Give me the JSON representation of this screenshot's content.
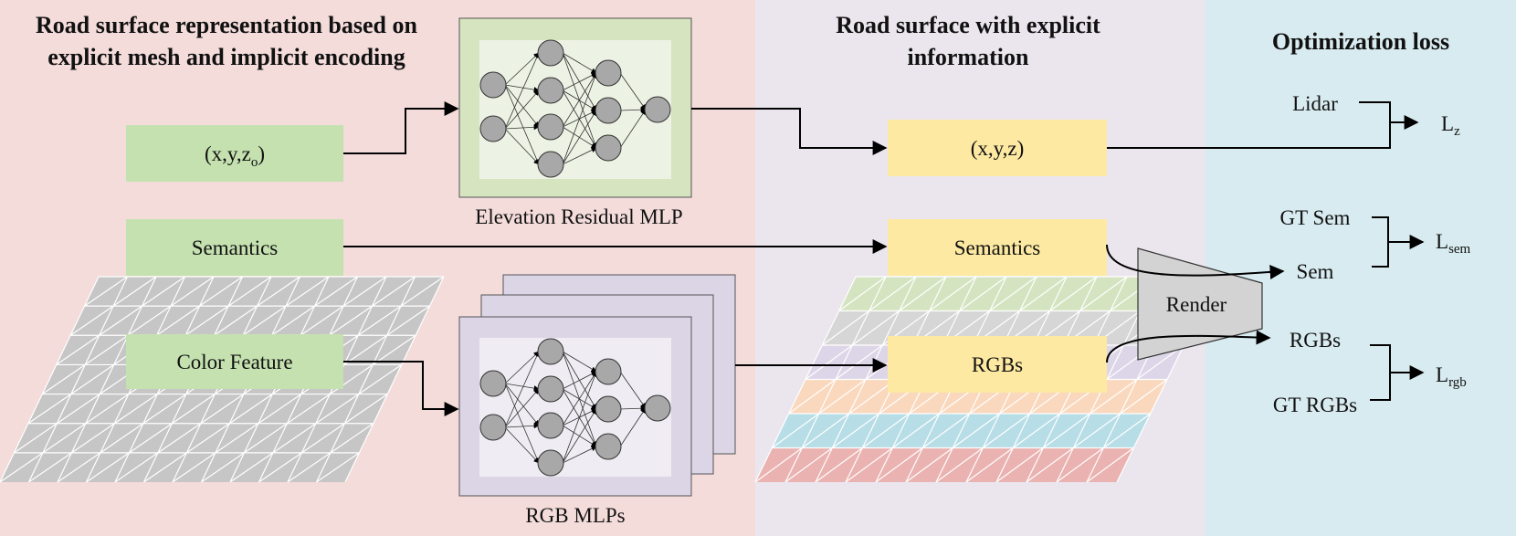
{
  "sections": {
    "left_title_line1": "Road surface representation based on",
    "left_title_line2": "explicit mesh and implicit encoding",
    "mid_title_line1": "Road surface with explicit",
    "mid_title_line2": "information",
    "right_title": "Optimization loss"
  },
  "inputs": {
    "coords": {
      "main": "(x,y,z",
      "sub": "o",
      "close": ")"
    },
    "semantics": "Semantics",
    "color_feature": "Color Feature"
  },
  "networks": {
    "elevation_label": "Elevation Residual MLP",
    "rgb_label": "RGB MLPs"
  },
  "outputs": {
    "coords": "(x,y,z)",
    "semantics": "Semantics",
    "rgbs": "RGBs"
  },
  "render_label": "Render",
  "loss": {
    "lidar": "Lidar",
    "lz": {
      "main": "L",
      "sub": "z"
    },
    "gt_sem": "GT Sem",
    "sem": "Sem",
    "lsem": {
      "main": "L",
      "sub": "sem"
    },
    "rgbs": "RGBs",
    "gt_rgbs": "GT RGBs",
    "lrgb": {
      "main": "L",
      "sub": "rgb"
    }
  },
  "colors": {
    "left_bg": "#f3dcda",
    "mid_bg": "#ebe6ee",
    "right_bg": "#d8ebf0",
    "input_box": "#c5e1b0",
    "output_box": "#fde9a2",
    "elevation_frame": "#d6e4c0",
    "elevation_inner": "#edf3e4",
    "rgb_frame": "#dcd5e6",
    "rgb_inner": "#efedf3",
    "mesh_gray": "#c6c6c6",
    "render_fill": "#d3d3d3",
    "neuron": "#a8a8a8"
  },
  "stripe_colors": [
    "#d4e4c0",
    "#d6d6d6",
    "#dcd6e8",
    "#fad8bd",
    "#b7dde6",
    "#eab2b0"
  ]
}
